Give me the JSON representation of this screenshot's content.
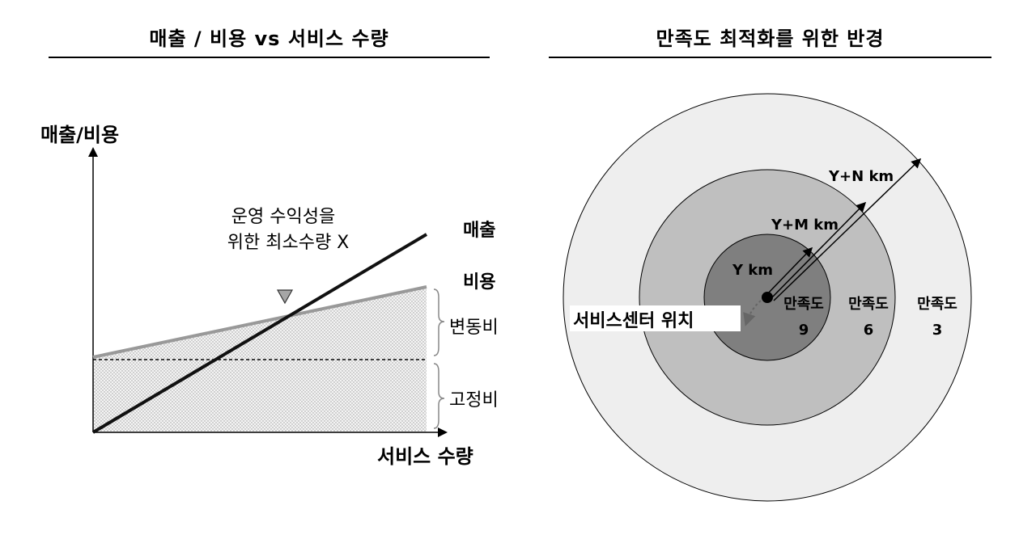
{
  "left_panel": {
    "title": "매출 / 비용 vs 서비스 수량",
    "y_axis_label": "매출/비용",
    "x_axis_label": "서비스 수량",
    "annotation_line1": "운영 수익성을",
    "annotation_line2": "위한 최소수량 X",
    "revenue_label": "매출",
    "cost_label": "비용",
    "variable_cost_label": "변동비",
    "fixed_cost_label": "고정비"
  },
  "right_panel": {
    "title": "만족도 최적화를 위한 반경",
    "radius_inner": "Y km",
    "radius_middle": "Y+M km",
    "radius_outer": "Y+N km",
    "center_label": "서비스센터 위치",
    "zone_inner_line1": "만족도",
    "zone_inner_line2": "9",
    "zone_middle_line1": "만족도",
    "zone_middle_line2": "6",
    "zone_outer_line1": "만족도",
    "zone_outer_line2": "3"
  },
  "colors": {
    "revenue_line": "#111111",
    "cost_line": "#999999",
    "zone_inner": "#7f7f7f",
    "zone_middle": "#bfbfbf",
    "zone_outer": "#eeeeee"
  }
}
